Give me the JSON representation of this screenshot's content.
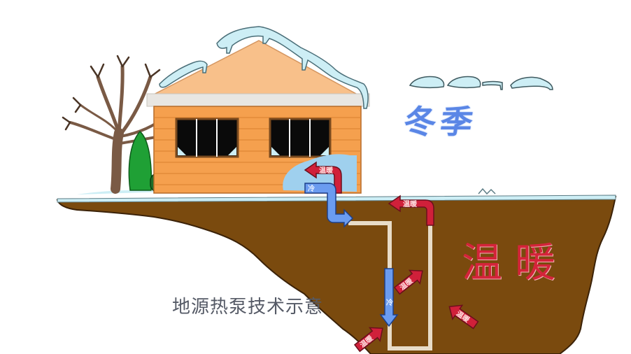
{
  "diagram": {
    "title": "地源热泵技术示意",
    "season_label": "冬季",
    "ground_label": "温暖",
    "arrow_labels": {
      "warm": "温暖",
      "cold": "冷"
    },
    "arrows": [
      {
        "id": "indoor-warm-out",
        "label": "温暖",
        "type": "warm",
        "direction": "left"
      },
      {
        "id": "indoor-cold-in",
        "label": "冷",
        "type": "cold",
        "direction": "down"
      },
      {
        "id": "surface-warm-return",
        "label": "温暖",
        "type": "warm",
        "direction": "left"
      },
      {
        "id": "loop-cold-down",
        "label": "冷",
        "type": "cold",
        "direction": "down"
      },
      {
        "id": "ground-heat-1",
        "label": "温暖",
        "type": "warm",
        "direction": "up-right"
      },
      {
        "id": "ground-heat-2",
        "label": "温暖",
        "type": "warm",
        "direction": "up-right"
      },
      {
        "id": "ground-heat-3",
        "label": "温暖",
        "type": "warm",
        "direction": "up-left"
      }
    ],
    "elements": [
      "bare-tree",
      "green-shrubs",
      "house-with-snowy-roof",
      "two-windows",
      "snow-clouds",
      "underground-loop-pipe"
    ],
    "colors": {
      "soil": "#7a4a0e",
      "house_wall": "#f5a04e",
      "roof": "#f8c08a",
      "snow": "#cdeef5",
      "warm_arrow": "#d0203a",
      "cold_arrow": "#6b9cf0",
      "pipe": "#e8dcc8",
      "season_text": "#5a86e6",
      "warm_text": "#d4243a"
    }
  }
}
